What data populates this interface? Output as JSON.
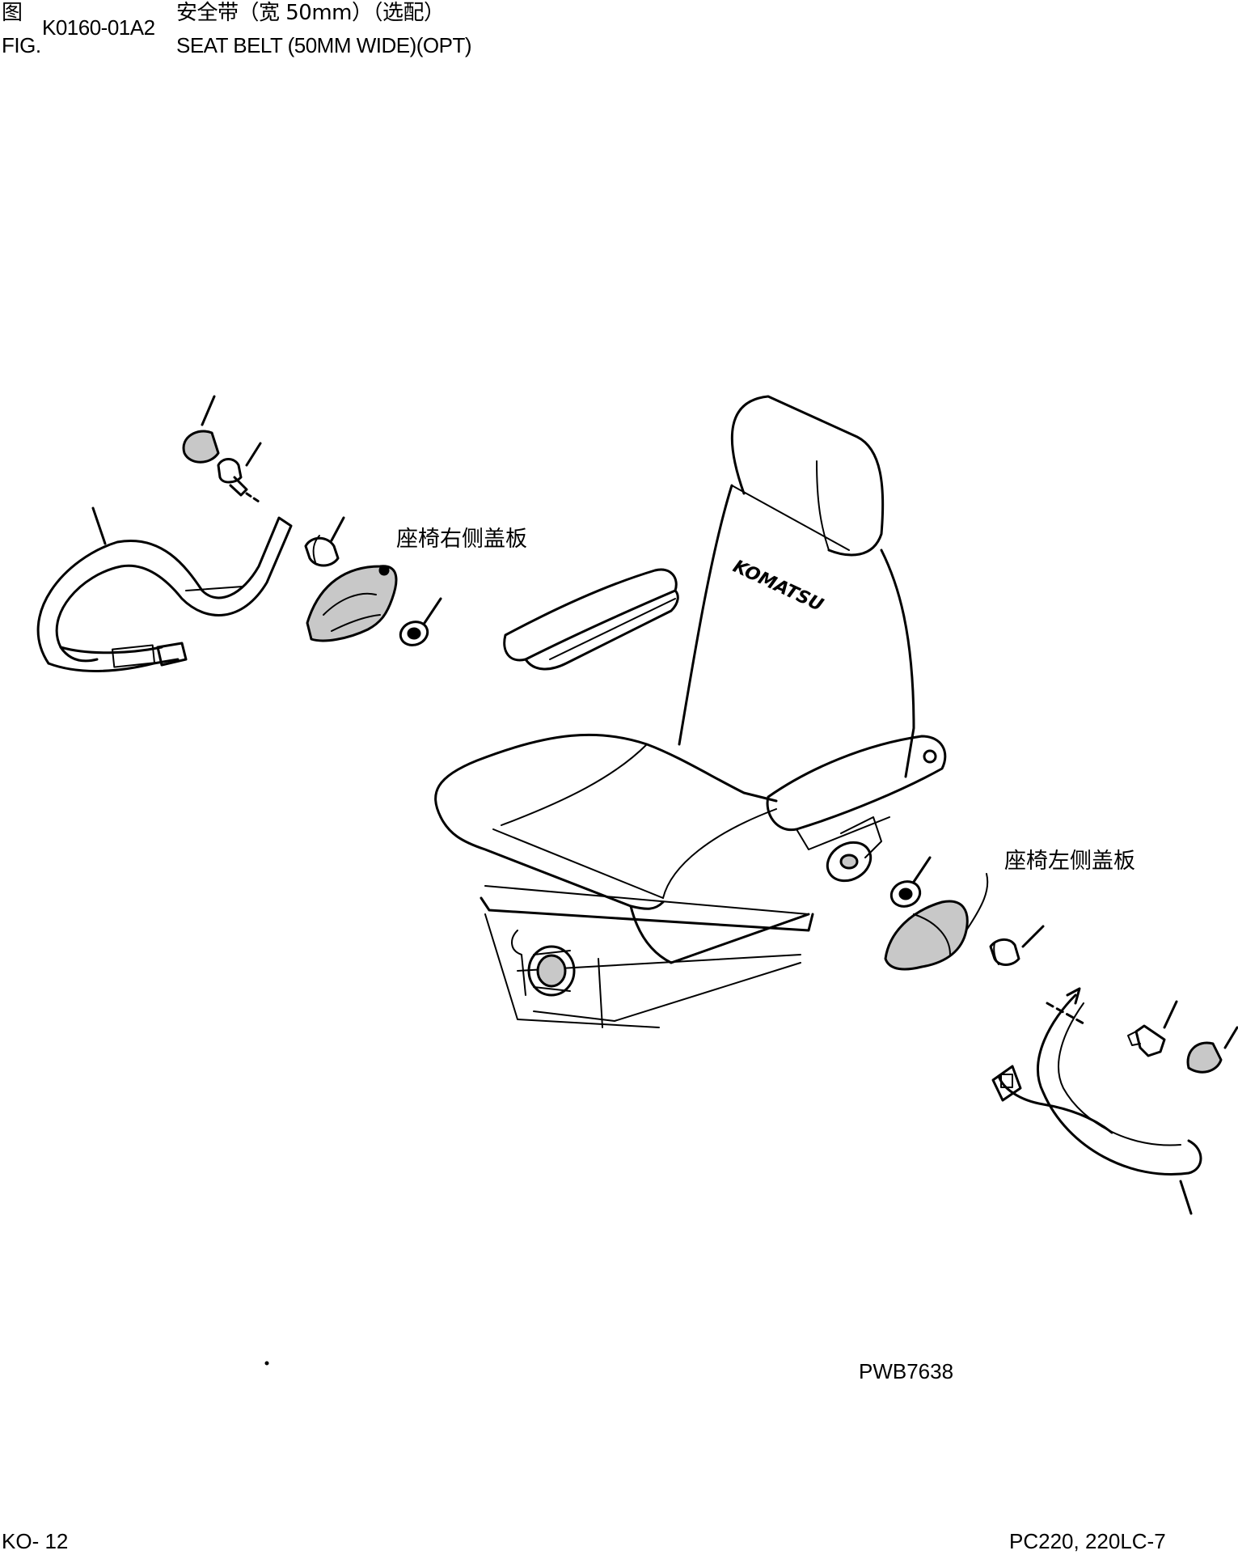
{
  "header": {
    "fig_label_cn": "图",
    "fig_label_en": "FIG.",
    "fig_number": "K0160-01A2",
    "title_cn": "安全带（宽 50mm）（选配）",
    "title_en": "SEAT BELT (50MM WIDE)(OPT)"
  },
  "figure": {
    "label_right_cover": "座椅右侧盖板",
    "label_left_cover": "座椅左侧盖板",
    "drawing_code": "PWB7638",
    "seat_brand": "KOMATSU"
  },
  "footer": {
    "page": "KO- 12",
    "model": "PC220, 220LC-7"
  }
}
